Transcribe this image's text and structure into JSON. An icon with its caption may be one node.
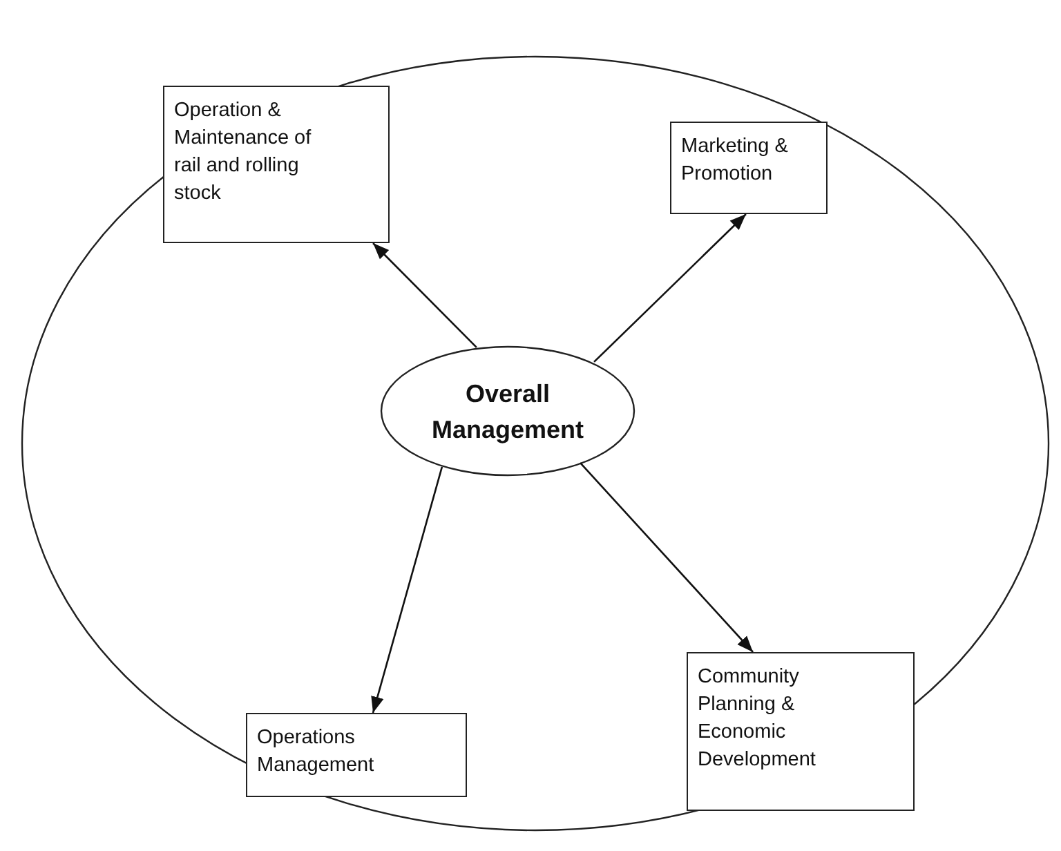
{
  "diagram": {
    "nodes": [
      {
        "text": [],
        "shape": "circle"
      },
      {
        "text": [
          "Operation & Maintenance of rail and rolling stock"
        ],
        "in": 0
      },
      {
        "text": [
          "Marketing & Promotion"
        ],
        "in": 0
      },
      {
        "text": [
          "Overall Management"
        ],
        "in": 0
      },
      {
        "text": [
          "Operations Management"
        ],
        "in": 0
      },
      {
        "text": [
          "Community Planning & Economic Development"
        ],
        "in": 0
      }
    ],
    "edges": [
      {
        "from": 3,
        "to": 1,
        "arrow": "to"
      },
      {
        "from": 3,
        "to": 2,
        "arrow": "to"
      },
      {
        "from": 3,
        "to": 4,
        "arrow": "to"
      },
      {
        "from": 3,
        "to": 5,
        "arrow": "to"
      }
    ]
  }
}
